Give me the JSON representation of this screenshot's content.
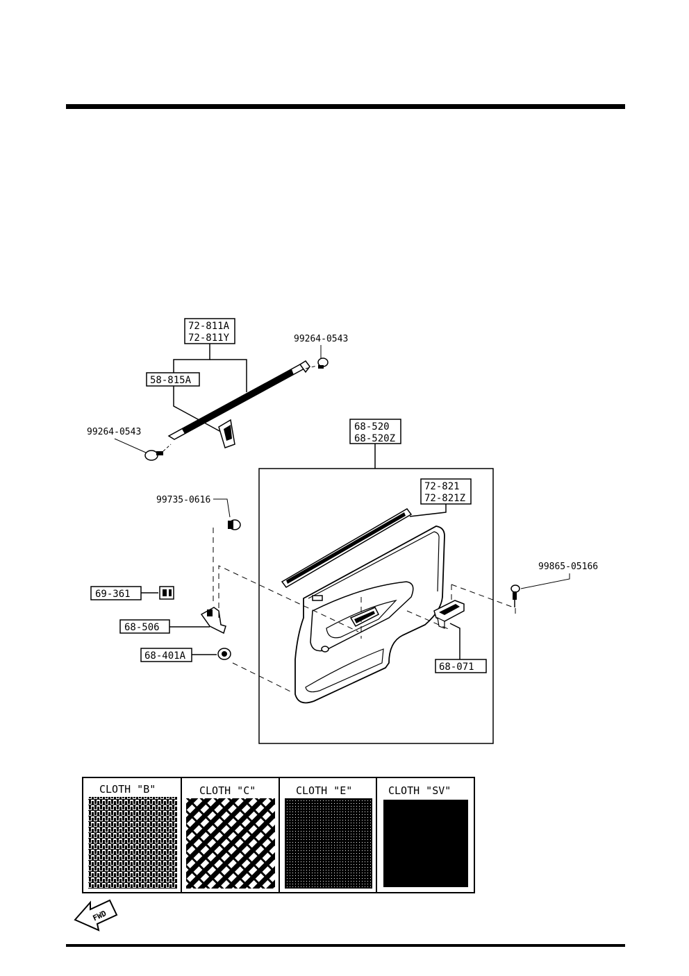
{
  "callouts": {
    "weatherstrip_outer": [
      "72-811A",
      "72-811Y"
    ],
    "molding": "58-815A",
    "clip_top": "99264-0543",
    "clip_left": "99264-0543",
    "trim_panel": [
      "68-520",
      "68-520Z"
    ],
    "inner_strip": [
      "72-821",
      "72-821Z"
    ],
    "screw_left": "99735-0616",
    "screw_right": "99865-05166",
    "switch": "69-361",
    "bracket": "68-506",
    "fastener": "68-401A",
    "handle_bezel": "68-071"
  },
  "cloth_samples": [
    {
      "label": "CLOTH \"B\""
    },
    {
      "label": "CLOTH \"C\""
    },
    {
      "label": "CLOTH \"E\""
    },
    {
      "label": "CLOTH \"SV\""
    }
  ],
  "fwd_label": "FWD"
}
